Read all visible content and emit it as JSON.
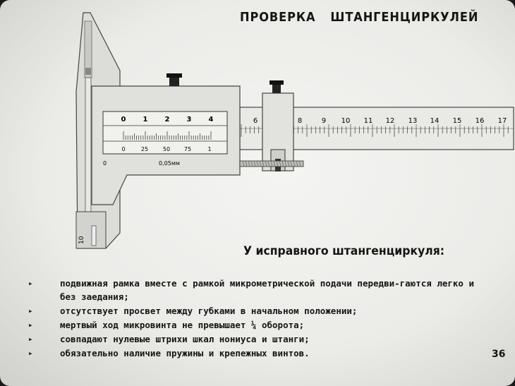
{
  "slide": {
    "title": "ПРОВЕРКА   ШТАНГЕНЦИРКУЛЕЙ",
    "subtitle": "У исправного штангенциркуля:",
    "bullets": [
      "подвижная рамка вместе с рамкой микрометрической подачи передви-гаются легко и без заедания;",
      "отсутствует просвет между губками в начальном положении;",
      "мертвый ход микровинта не превышает ¼ оборота;",
      "совпадают нулевые штрихи шкал нониуса и штанги;",
      "обязательно наличие пружины и крепежных винтов."
    ],
    "page_number": "36",
    "bullet_glyph": "▸"
  },
  "caliper": {
    "vernier_labels": [
      "0",
      "1",
      "2",
      "3",
      "4"
    ],
    "vernier_sub_labels": [
      "0",
      "25",
      "50",
      "75",
      "1"
    ],
    "frame_bottom_label": "0",
    "precision_label": "0,05мм",
    "rod_labels": [
      "6",
      "8",
      "9",
      "10",
      "11",
      "12",
      "13",
      "14",
      "15",
      "16",
      "17"
    ],
    "jaw_label": "10"
  }
}
